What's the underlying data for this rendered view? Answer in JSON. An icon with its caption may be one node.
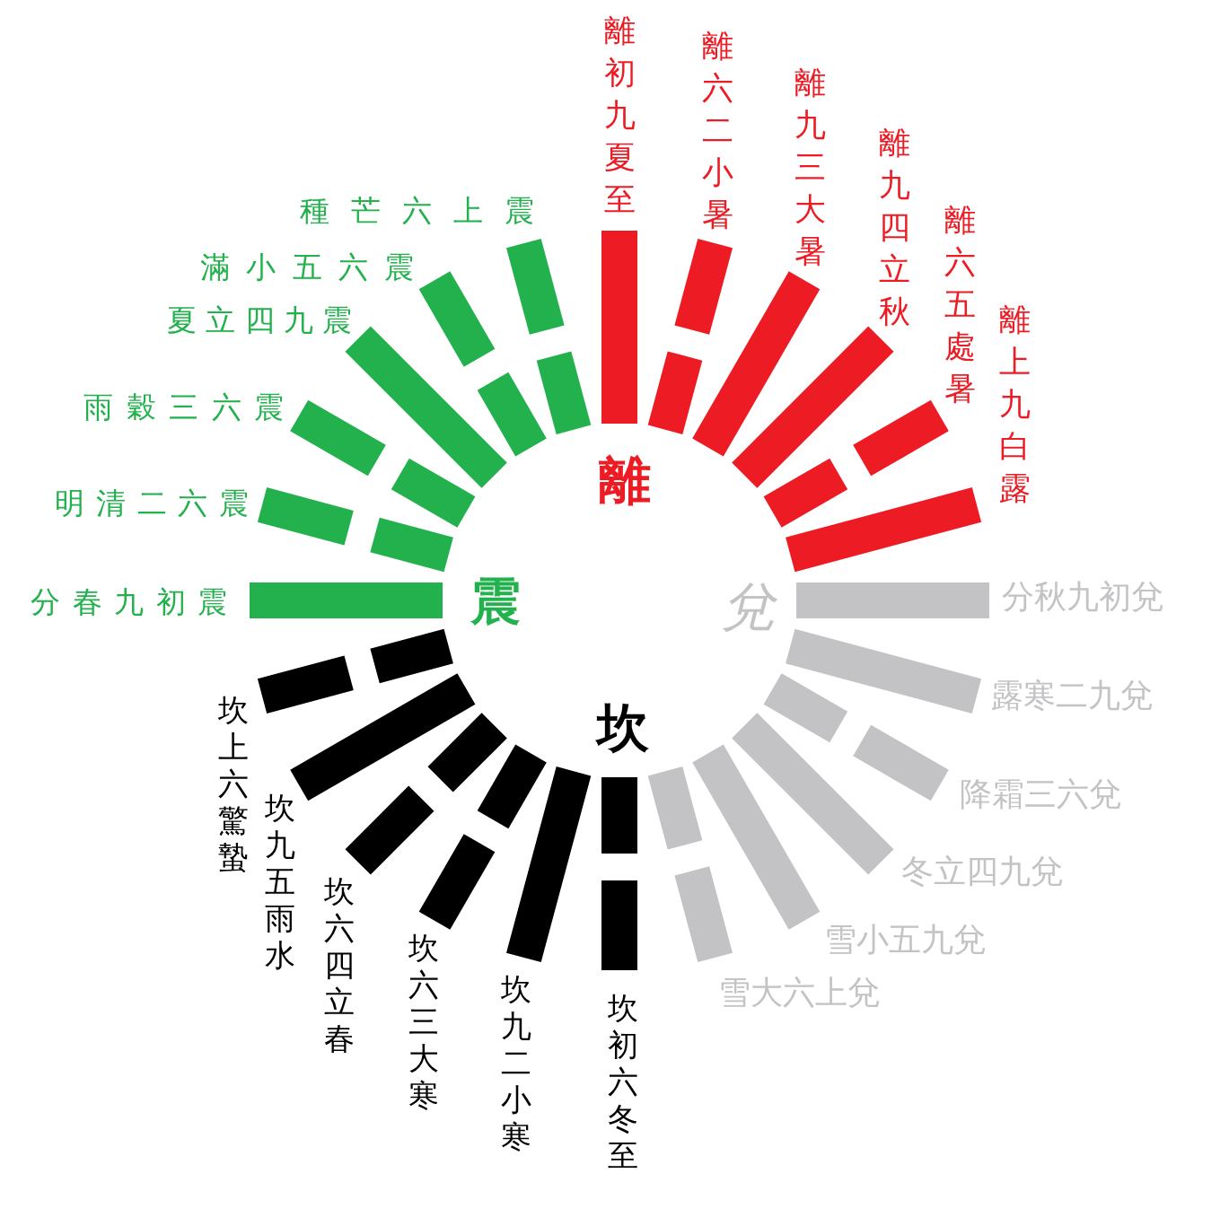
{
  "diagram": {
    "nodes": [
      {
        "text": [],
        "shape": "bar",
        "beside": [
          "離初九夏至"
        ]
      },
      {
        "text": [],
        "shape": "bar"
      },
      {
        "text": [],
        "shape": "bar",
        "beside": [
          "離六二小暑"
        ]
      },
      {
        "text": [],
        "shape": "bar",
        "beside": [
          "離九三大暑"
        ]
      },
      {
        "text": [],
        "shape": "bar",
        "beside": [
          "離九四立秋"
        ]
      },
      {
        "text": [],
        "shape": "bar"
      },
      {
        "text": [],
        "shape": "bar",
        "beside": [
          "離六五處暑"
        ]
      },
      {
        "text": [],
        "shape": "bar",
        "beside": [
          "離上九白露"
        ]
      },
      {
        "text": [],
        "shape": "bar",
        "beside": [
          "分秋九初兌"
        ]
      },
      {
        "text": [],
        "shape": "bar",
        "beside": [
          "露寒二九兌"
        ]
      },
      {
        "text": [],
        "shape": "bar"
      },
      {
        "text": [],
        "shape": "bar",
        "beside": [
          "降霜三六兌"
        ]
      },
      {
        "text": [],
        "shape": "bar",
        "beside": [
          "冬立四九兌"
        ]
      },
      {
        "text": [],
        "shape": "bar",
        "beside": [
          "雪小五九兌"
        ]
      },
      {
        "text": [],
        "shape": "bar"
      },
      {
        "text": [],
        "shape": "bar",
        "beside": [
          "雪大六上兌"
        ]
      },
      {
        "text": [],
        "shape": "bar"
      },
      {
        "text": [],
        "shape": "bar",
        "beside": [
          "坎初六冬至"
        ]
      },
      {
        "text": [],
        "shape": "bar",
        "beside": [
          "坎九二小寒"
        ]
      },
      {
        "text": [],
        "shape": "bar"
      },
      {
        "text": [],
        "shape": "bar",
        "beside": [
          "坎六三大寒"
        ]
      },
      {
        "text": [],
        "shape": "bar"
      },
      {
        "text": [],
        "shape": "bar",
        "beside": [
          "坎六四立春"
        ]
      },
      {
        "text": [],
        "shape": "bar",
        "beside": [
          "坎九五雨水"
        ]
      },
      {
        "text": [],
        "shape": "bar"
      },
      {
        "text": [],
        "shape": "bar",
        "beside": [
          "坎上六驚蟄"
        ]
      },
      {
        "text": [],
        "shape": "bar",
        "beside": [
          "分春九初震"
        ]
      },
      {
        "text": [],
        "shape": "bar"
      },
      {
        "text": [],
        "shape": "bar",
        "beside": [
          "明清二六震"
        ]
      },
      {
        "text": [],
        "shape": "bar"
      },
      {
        "text": [],
        "shape": "bar",
        "beside": [
          "雨穀三六震"
        ]
      },
      {
        "text": [],
        "shape": "bar",
        "beside": [
          "夏立四九震"
        ]
      },
      {
        "text": [],
        "shape": "bar"
      },
      {
        "text": [],
        "shape": "bar",
        "beside": [
          "滿小五六震"
        ]
      },
      {
        "text": [],
        "shape": "bar"
      },
      {
        "text": [],
        "shape": "bar",
        "beside": [
          "種芒六上震"
        ]
      }
    ],
    "labels": [
      "離",
      "震",
      "兌",
      "坎"
    ]
  }
}
